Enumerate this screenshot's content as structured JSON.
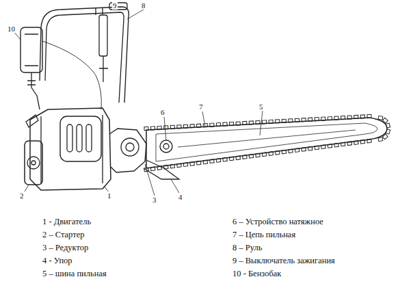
{
  "diagram": {
    "labels": [
      "10",
      "9",
      "8",
      "6",
      "7",
      "5",
      "2",
      "1",
      "3",
      "4",
      "1 - Двигатель",
      "2 – Стартер",
      "3 – Редуктор",
      "4 - Упор",
      "5 – шина пильная",
      "6 – Устройство натяжное",
      "7 – Цепь пильная",
      "8 – Руль",
      "9 – Выключатель зажигания",
      "10 - Бензобак"
    ]
  }
}
